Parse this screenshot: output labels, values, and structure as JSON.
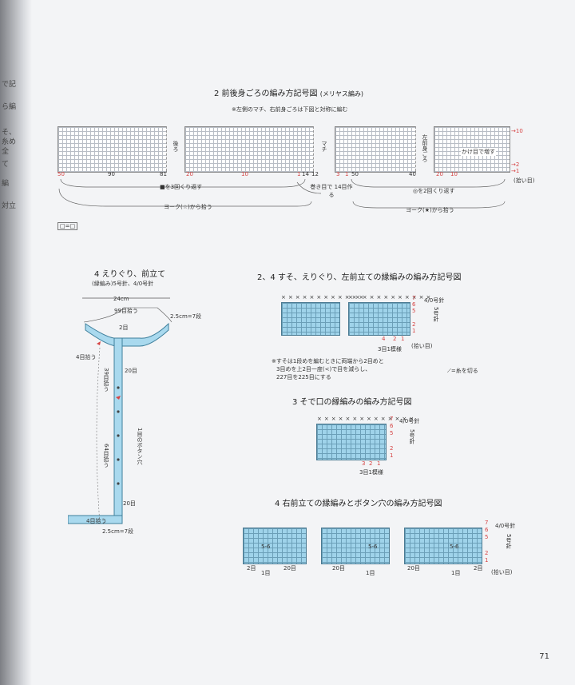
{
  "edge_fragments": [
    "で記",
    "ら編",
    "そ、",
    "糸め",
    "全",
    "て",
    "編",
    "対立"
  ],
  "section_main": {
    "title": "2 前後身ごろの編み方記号図",
    "title_note": "(メリヤス編み)",
    "subnote": "※左側のマチ、右前身ごろは下図と対称に編む",
    "labels": {
      "back": "後ろ",
      "gusset": "マチ",
      "left_front": "左前身ごろ",
      "increase_note": "かけ目で増す",
      "right_markers": [
        "→10",
        "→2",
        "→1",
        "(拾い目)"
      ],
      "bottom_numbers": [
        "50",
        "90",
        "81",
        "20",
        "10",
        "1",
        "14",
        "12",
        "3",
        "1",
        "50",
        "40",
        "20",
        "10"
      ],
      "repeat_black": "■を3回くり返す",
      "cast_on": "巻き目で 14目作る",
      "repeat_circle": "◎を2回くり返す",
      "yoke_left": "ヨーク(☆)から拾う",
      "yoke_right": "ヨーク(★)から拾う",
      "legend": "□=□"
    }
  },
  "section_neck": {
    "title": "4 えりぐり、前立て",
    "subtitle": "(縁編み)5号針、4/0号針",
    "width": "24cm",
    "pickup_top": "99目拾う",
    "side_right": "2.5cm=7段",
    "st2": "2目",
    "st4_left": "4目拾う",
    "st20_top": "20目",
    "pickup_39": "39目拾う",
    "button_hole": "1目のボタン穴",
    "pickup_64": "64目拾う",
    "st20_bottom": "20目",
    "st4_bottom": "4目拾う",
    "side_bottom": "2.5cm=7段"
  },
  "section_hem": {
    "title": "2、4 すそ、えりぐり、左前立ての縁編みの編み方記号図",
    "needle_top": "4/0号針",
    "needle_body": "5号針",
    "row_marks": [
      "7",
      "6",
      "5",
      "2",
      "1"
    ],
    "bottom_numbers": [
      "4",
      "2",
      "1"
    ],
    "repeat": "3目1模様",
    "pickup": "(拾い目)",
    "note_1": "※すそは1段めを編むときに両端から2目めと",
    "note_2": "3目めを上2目一度(<)で目を減らし、",
    "note_3": "227目を225目にする",
    "legend_cut": "=糸を切る"
  },
  "section_sleeve": {
    "title": "3 そで口の縁編みの編み方記号図",
    "needle_top": "4/0号針",
    "needle_body": "5号針",
    "row_marks": [
      "7",
      "6",
      "5",
      "2",
      "1"
    ],
    "bottom_numbers": [
      "3",
      "2",
      "1"
    ],
    "repeat": "3目1模様"
  },
  "section_right_band": {
    "title": "4 右前立ての縁編みとボタン穴の編み方記号図",
    "needle_top": "4/0号針",
    "needle_body": "5号針",
    "row_marks": [
      "7",
      "6",
      "5",
      "2",
      "1"
    ],
    "bottom_labels": [
      "2目",
      "1目",
      "20目",
      "20目",
      "1目",
      "20目",
      "1目",
      "2目"
    ],
    "pickup": "(拾い目)",
    "buttonhole_mark": "5-6"
  },
  "page_number": "71"
}
